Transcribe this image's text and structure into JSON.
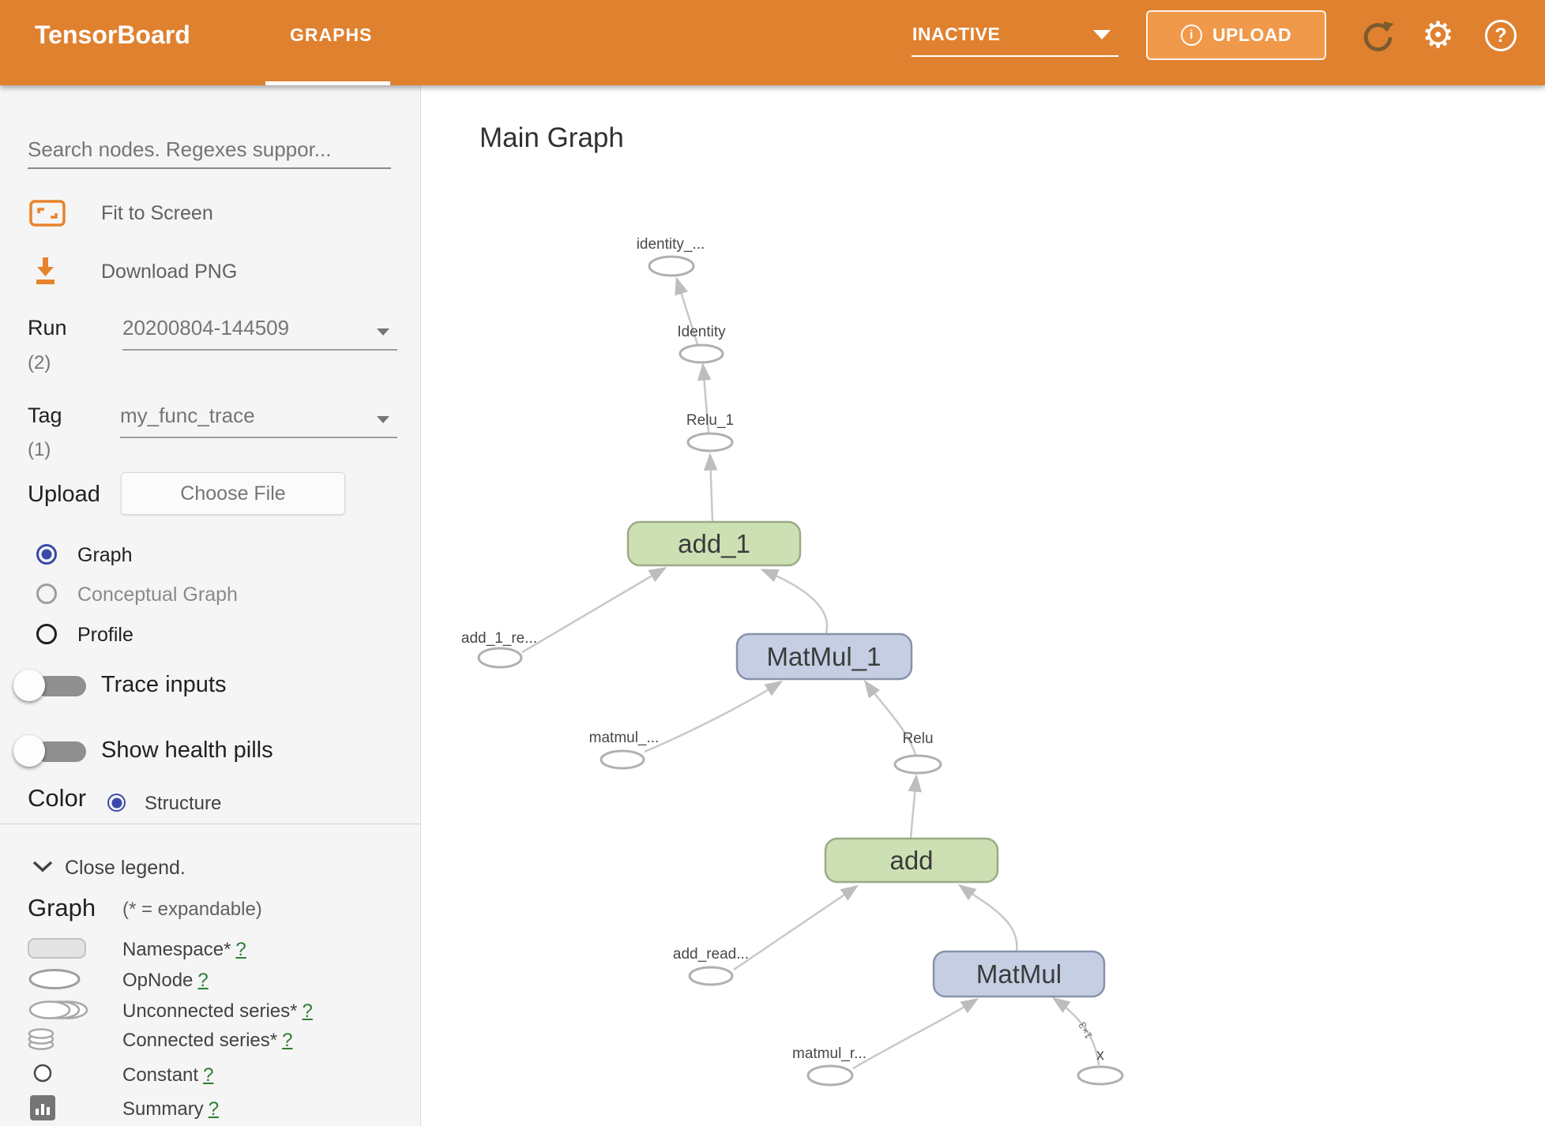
{
  "header": {
    "logo": "TensorBoard",
    "tab": "GRAPHS",
    "status": "INACTIVE",
    "upload_label": "UPLOAD",
    "info_glyph": "i",
    "help_glyph": "?",
    "gear_glyph": "⚙"
  },
  "sidebar": {
    "search_placeholder": "Search nodes. Regexes suppor...",
    "fit_label": "Fit to Screen",
    "download_label": "Download PNG",
    "run": {
      "label": "Run",
      "count": "(2)",
      "value": "20200804-144509"
    },
    "tag": {
      "label": "Tag",
      "count": "(1)",
      "value": "my_func_trace"
    },
    "upload": {
      "label": "Upload",
      "button": "Choose File"
    },
    "views": [
      {
        "label": "Graph"
      },
      {
        "label": "Conceptual Graph"
      },
      {
        "label": "Profile"
      }
    ],
    "toggles": [
      {
        "label": "Trace inputs"
      },
      {
        "label": "Show health pills"
      }
    ],
    "color_by": {
      "label": "Color",
      "option": "Structure"
    },
    "legend": {
      "close_label": "Close legend.",
      "heading": "Graph",
      "expandable_note": "(* = expandable)",
      "items": [
        {
          "label": "Namespace*",
          "help": "?"
        },
        {
          "label": "OpNode",
          "help": "?"
        },
        {
          "label": "Unconnected series*",
          "help": "?"
        },
        {
          "label": "Connected series*",
          "help": "?"
        },
        {
          "label": "Constant",
          "help": "?"
        },
        {
          "label": "Summary",
          "help": "?"
        }
      ]
    }
  },
  "main": {
    "title": "Main Graph"
  },
  "graph": {
    "box_nodes": {
      "add_1": "add_1",
      "matmul_1": "MatMul_1",
      "add": "add",
      "matmul": "MatMul"
    },
    "ellipses": {
      "identity_s": "identity_...",
      "identity": "Identity",
      "relu_1": "Relu_1",
      "add_1_re": "add_1_re...",
      "matmul_s": "matmul_...",
      "relu": "Relu",
      "add_read": "add_read...",
      "matmul_r": "matmul_r...",
      "x": "x"
    },
    "edge_shape_label": "1×3"
  },
  "colors": {
    "header_bg": "#e0812f",
    "upload_btn_bg": "#f0994a",
    "node_green": "#cde0b4",
    "node_blue": "#c5cee3",
    "edge_gray": "#c8c8c8",
    "radio_blue": "#3949ab",
    "help_link_green": "#2e7d32"
  }
}
